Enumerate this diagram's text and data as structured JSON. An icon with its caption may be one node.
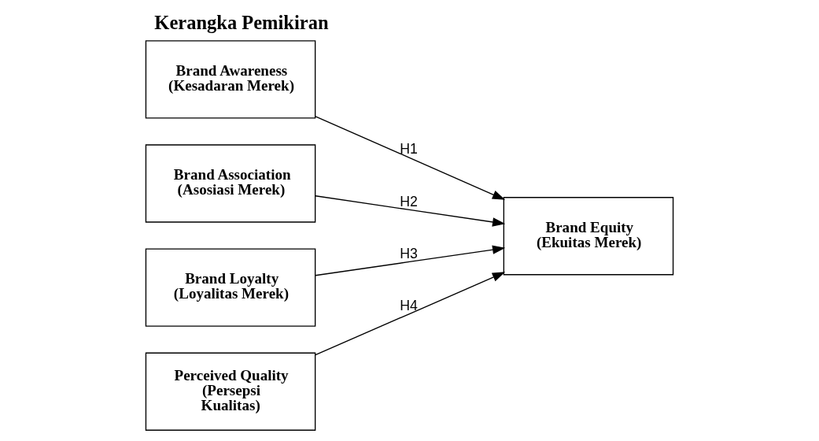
{
  "diagram": {
    "title": "Kerangka Pemikiran",
    "nodes": [
      {
        "text": [
          "Brand Awareness (Kesadaran Merek)"
        ]
      },
      {
        "text": [
          "Brand Association (Asosiasi Merek)"
        ]
      },
      {
        "text": [
          "Brand Loyalty (Loyalitas Merek)"
        ]
      },
      {
        "text": [
          "Perceived Quality (Persepsi Kualitas)"
        ]
      },
      {
        "text": [
          "Brand Equity (Ekuitas Merek)"
        ]
      }
    ],
    "edges": [
      {
        "from": 0,
        "to": 4,
        "arrow": "to",
        "label": "H1"
      },
      {
        "from": 1,
        "to": 4,
        "arrow": "to",
        "label": "H2"
      },
      {
        "from": 2,
        "to": 4,
        "arrow": "to",
        "label": "H3"
      },
      {
        "from": 3,
        "to": 4,
        "arrow": "to",
        "label": "H4"
      }
    ]
  }
}
